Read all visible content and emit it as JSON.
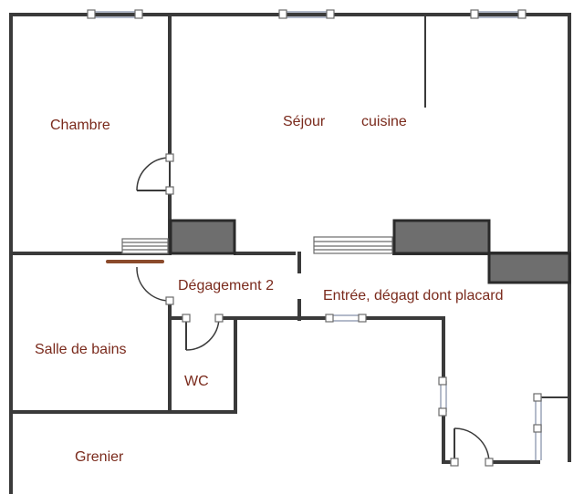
{
  "rooms": {
    "chambre": "Chambre",
    "sejour": "Séjour",
    "cuisine": "cuisine",
    "degagement": "Dégagement 2",
    "entree": "Entrée, dégagt dont placard",
    "salle_de_bains": "Salle de bains",
    "wc": "WC",
    "grenier": "Grenier"
  },
  "colors": {
    "label": "#7a2a1c",
    "wall": "#3a3a3a",
    "cabinet": "#6e6e6e",
    "beam": "#8b4a2b"
  }
}
